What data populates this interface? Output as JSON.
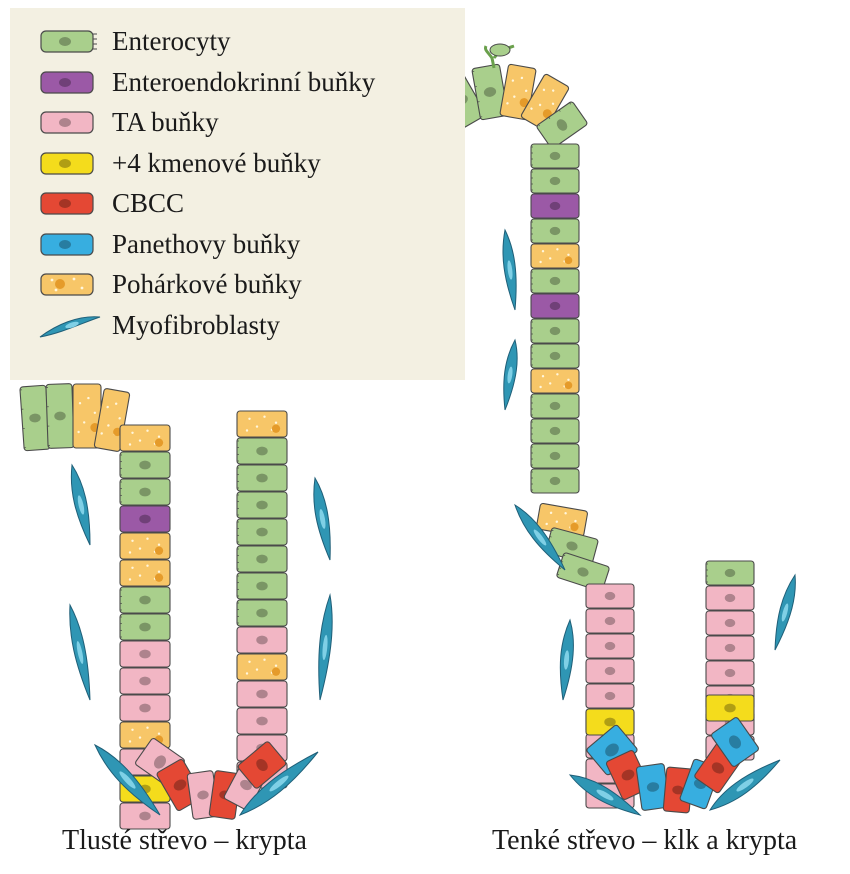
{
  "colors": {
    "enterocyte": "#a9cf8c",
    "enteroendocrine": "#9b59a6",
    "ta": "#f2b6c4",
    "stem4": "#f4dc1c",
    "cbcc": "#e44834",
    "paneth": "#37aee0",
    "goblet": "#f7c668",
    "myofibroblast": "#2f96b4",
    "legend_bg": "#f3f0e2",
    "outline": "#4a4a4a"
  },
  "legend": [
    {
      "label": "Enterocyty",
      "type": "enterocyte",
      "icon": "enterocyte-swatch"
    },
    {
      "label": "Enteroendokrinní buňky",
      "type": "enteroendocrine",
      "icon": "enteroendocrine-swatch"
    },
    {
      "label": "TA buňky",
      "type": "ta",
      "icon": "ta-swatch"
    },
    {
      "label": "+4 kmenové buňky",
      "type": "stem4",
      "icon": "stem4-swatch"
    },
    {
      "label": "CBCC",
      "type": "cbcc",
      "icon": "cbcc-swatch"
    },
    {
      "label": "Panethovy buňky",
      "type": "paneth",
      "icon": "paneth-swatch"
    },
    {
      "label": "Pohárkové buňky",
      "type": "goblet",
      "icon": "goblet-swatch"
    },
    {
      "label": "Myofibroblasty",
      "type": "myofibroblast",
      "icon": "myofibroblast-swatch"
    }
  ],
  "captions": {
    "left": "Tlusté střevo – krypta",
    "right": "Tenké střevo – klk a krypta"
  },
  "colon": {
    "left_column": [
      "goblet",
      "enterocyte",
      "enterocyte",
      "enteroendocrine",
      "goblet",
      "goblet",
      "enterocyte",
      "enterocyte",
      "ta",
      "ta",
      "ta",
      "goblet",
      "ta",
      "stem4",
      "ta"
    ],
    "right_column": [
      "goblet",
      "enterocyte",
      "enterocyte",
      "enterocyte",
      "enterocyte",
      "enterocyte",
      "enterocyte",
      "enterocyte",
      "ta",
      "goblet",
      "ta",
      "ta",
      "ta",
      "ta"
    ],
    "bottom": [
      "cbcc",
      "ta",
      "cbcc",
      "ta",
      "cbcc"
    ]
  },
  "small_intestine": {
    "tip": [
      "goblet",
      "enterocyte",
      "enterocyte",
      "goblet",
      "enterocyte"
    ],
    "left_arm": [
      "goblet",
      "enterocyte",
      "enterocyte",
      "enterocyte"
    ],
    "right_column": [
      "enterocyte",
      "enterocyte",
      "enterocyte",
      "enteroendocrine",
      "enterocyte",
      "goblet",
      "enterocyte",
      "enteroendocrine",
      "enterocyte",
      "enterocyte",
      "goblet",
      "enterocyte",
      "enterocyte",
      "enterocyte",
      "enterocyte",
      "goblet",
      "enterocyte",
      "enterocyte",
      "ta",
      "ta",
      "ta",
      "ta",
      "ta",
      "ta",
      "stem4",
      "paneth"
    ],
    "crypt_right": [
      "enterocyte",
      "ta",
      "ta",
      "ta",
      "ta",
      "ta",
      "ta",
      "ta",
      "stem4",
      "paneth"
    ],
    "bottom": [
      "cbcc",
      "paneth",
      "cbcc",
      "paneth",
      "cbcc"
    ]
  }
}
